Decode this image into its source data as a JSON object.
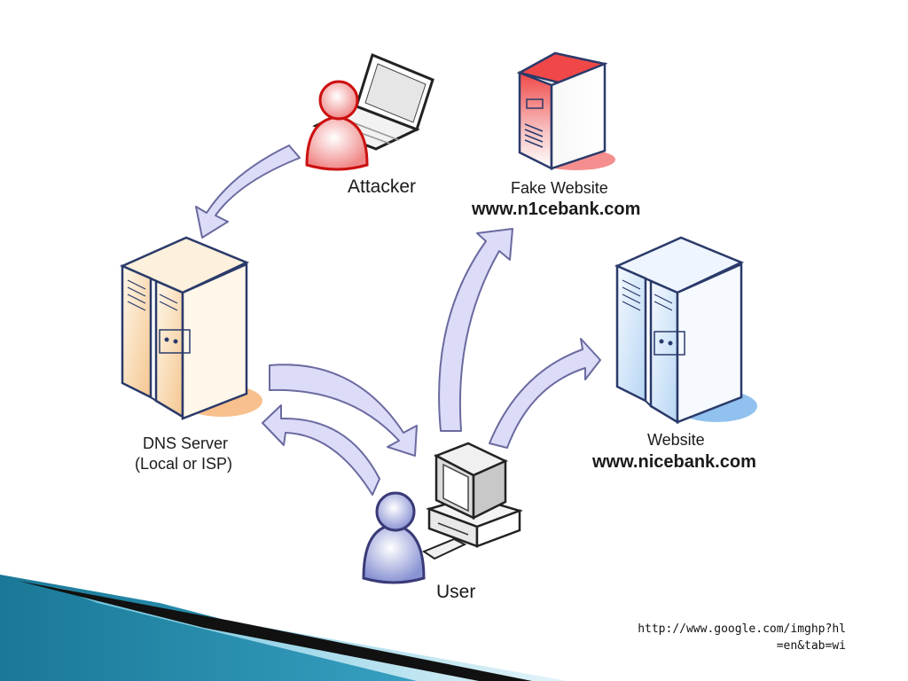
{
  "nodes": {
    "attacker": {
      "label": "Attacker",
      "color": "#e23b3b"
    },
    "fake_website": {
      "label": "Fake Website",
      "url": "www.n1cebank.com",
      "color": "#e94848"
    },
    "dns_server": {
      "label": "DNS Server",
      "sublabel": "(Local or ISP)",
      "color": "#f0a860"
    },
    "website": {
      "label": "Website",
      "url": "www.nicebank.com",
      "color": "#6aa8e8"
    },
    "user": {
      "label": "User",
      "color": "#6c78c0"
    }
  },
  "arrows": [
    {
      "from": "attacker",
      "to": "dns_server"
    },
    {
      "from": "dns_server",
      "to": "user"
    },
    {
      "from": "user",
      "to": "dns_server"
    },
    {
      "from": "user",
      "to": "fake_website"
    },
    {
      "from": "user",
      "to": "website"
    }
  ],
  "arrow_color": "#dcdcf8",
  "source": {
    "line1": "http://www.google.com/imghp?hl",
    "line2": "=en&tab=wi"
  },
  "decoration": {
    "band_colors": [
      "#1f7f9f",
      "#4fb3d0",
      "#111111"
    ]
  }
}
